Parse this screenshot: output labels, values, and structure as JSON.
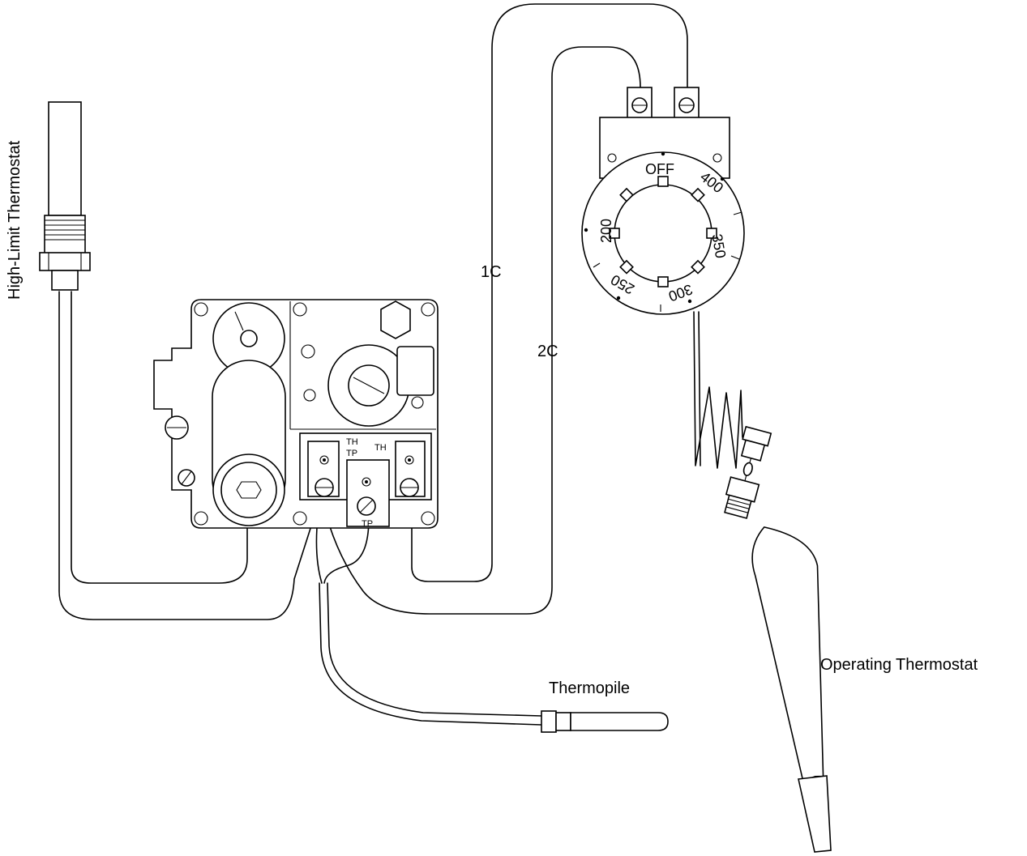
{
  "labels": {
    "high_limit": "High-Limit Thermostat",
    "thermopile": "Thermopile",
    "operating": "Operating Thermostat",
    "wire_1c": "1C",
    "wire_2c": "2C"
  },
  "terminals": {
    "th_tp": "TH",
    "th_tp_2": "TP",
    "th": "TH",
    "tp": "TP"
  },
  "dial": {
    "off": "OFF",
    "t400": "400",
    "t350": "350",
    "t300": "300",
    "t250": "250",
    "t200": "200"
  }
}
